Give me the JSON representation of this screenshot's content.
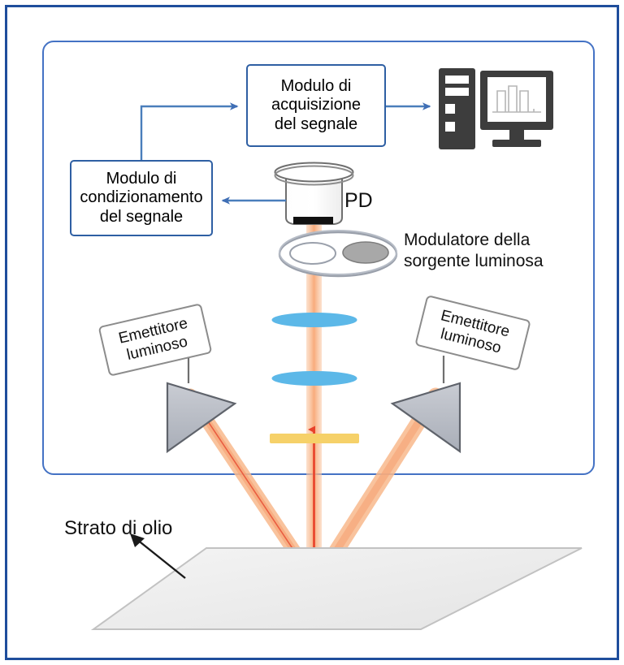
{
  "figure": {
    "title_text": "",
    "domain": "optical oil-layer detection schematic",
    "colors": {
      "outer_frame": "#1f4e9c",
      "panel_border": "#4472c4",
      "box_border": "#2e5fa3",
      "wire": "#4a7ebb",
      "beam": "#f8b98d",
      "beam_core": "#e8412a",
      "lens": "#5cb8e8",
      "filter": "#f6d169",
      "prism": "#b9bdc6",
      "device": "#3d3d3d",
      "oil_surface": "#ececec",
      "glow": "#ff7a18"
    }
  },
  "blocks": {
    "acquisition": {
      "line1": "Modulo di",
      "line2": "acquisizione",
      "line3": "del segnale"
    },
    "conditioning": {
      "line1": "Modulo di",
      "line2": "condizionamento",
      "line3": "del segnale"
    },
    "emitter_left": {
      "line1": "Emettitore",
      "line2": "luminoso"
    },
    "emitter_right": {
      "line1": "Emettitore",
      "line2": "luminoso"
    }
  },
  "labels": {
    "photodetector": "PD",
    "modulator_line1": "Modulatore della",
    "modulator_line2": "sorgente luminosa",
    "oil_layer": "Strato di olio"
  },
  "components": {
    "photodetector_name": "photodetector-pd",
    "modulator_name": "light-source-modulator-disc",
    "lens_upper_name": "collimating-lens-upper",
    "lens_lower_name": "collimating-lens-lower",
    "filter_name": "optical-filter",
    "prism_left_name": "emitter-prism-left",
    "prism_right_name": "emitter-prism-right",
    "computer_name": "computer-workstation",
    "monitor_name": "monitor-display",
    "oil_surface_name": "oil-layer-surface"
  },
  "flow": {
    "pd_to_conditioning": "signal from photodetector to conditioning module",
    "conditioning_to_acquisition": "conditioned signal to acquisition module",
    "acquisition_to_computer": "acquired signal to computer"
  }
}
